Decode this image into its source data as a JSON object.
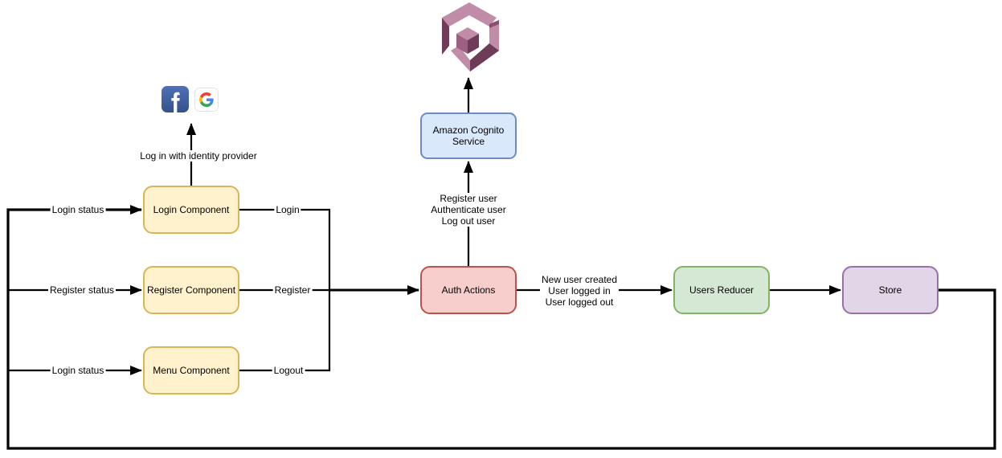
{
  "diagram": {
    "nodes": [
      {
        "id": "login-component",
        "label": "Login Component"
      },
      {
        "id": "register-component",
        "label": "Register Component"
      },
      {
        "id": "menu-component",
        "label": "Menu Component"
      },
      {
        "id": "auth-actions",
        "label": "Auth Actions"
      },
      {
        "id": "cognito-service",
        "label": "Amazon Cognito Service"
      },
      {
        "id": "users-reducer",
        "label": "Users Reducer"
      },
      {
        "id": "store",
        "label": "Store"
      }
    ],
    "edge_labels": {
      "login_status_top": {
        "label": "Login status"
      },
      "register_status": {
        "label": "Register status"
      },
      "login_status_bottom": {
        "label": "Login status"
      },
      "login": {
        "label": "Login"
      },
      "register": {
        "label": "Register"
      },
      "logout": {
        "label": "Logout"
      },
      "identity_provider": {
        "label": "Log in with identity provider"
      },
      "auth_to_cognito": {
        "lines": [
          "Register user",
          "Authenticate user",
          "Log out user"
        ]
      },
      "auth_to_reducer": {
        "lines": [
          "New user created",
          "User logged in",
          "User logged out"
        ]
      }
    },
    "icons": [
      {
        "name": "facebook-icon"
      },
      {
        "name": "google-icon"
      },
      {
        "name": "aws-cognito-icon"
      }
    ],
    "colors": {
      "yellow_fill": "#FFF2CC",
      "yellow_border": "#D6B656",
      "red_fill": "#F8CECC",
      "red_border": "#B85450",
      "blue_fill": "#DAE8FC",
      "blue_border": "#6C8EBF",
      "green_fill": "#D5E8D4",
      "green_border": "#82B366",
      "purple_fill": "#E1D5E7",
      "purple_border": "#9673A6",
      "edge": "#000000",
      "facebook_blue": "#3D5A98",
      "google_red": "#EA4335",
      "google_blue": "#4285F4",
      "google_yellow": "#FBBC05",
      "google_green": "#34A853",
      "cognito_light": "#C18CA7",
      "cognito_mid": "#9D5F82",
      "cognito_dark": "#6E3C59"
    }
  }
}
